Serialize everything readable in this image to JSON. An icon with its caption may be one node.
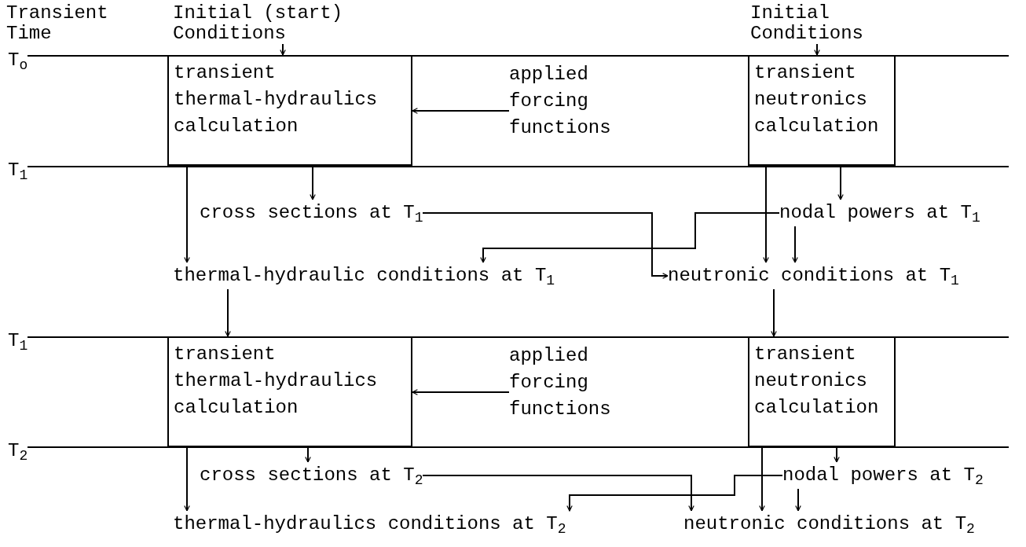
{
  "diagram": {
    "nodes": [
      {
        "text": [
          "Initial (start) Conditions"
        ]
      },
      {
        "text": [
          "Initial Conditions"
        ]
      },
      {
        "text": [
          "transient thermal-hydraulics calculation"
        ]
      },
      {
        "text": [
          "applied forcing functions"
        ]
      },
      {
        "text": [
          "transient neutronics calculation"
        ]
      },
      {
        "text": [
          "cross sections at T$_{1}$"
        ]
      },
      {
        "text": [
          "nodal powers at T$_{1}$"
        ]
      },
      {
        "text": [
          "thermal-hydraulic conditions at T$_{1}$"
        ]
      },
      {
        "text": [
          "neutronic conditions at T$_{1}$"
        ]
      },
      {
        "text": [
          "transient thermal-hydraulics calculation"
        ]
      },
      {
        "text": [
          "applied forcing functions"
        ]
      },
      {
        "text": [
          "transient neutronics calculation"
        ]
      },
      {
        "text": [
          "cross sections at T$_{2}$"
        ]
      },
      {
        "text": [
          "nodal powers at T$_{2}$"
        ]
      },
      {
        "text": [
          "thermal-hydraulics conditions at T$_{2}$"
        ]
      },
      {
        "text": [
          "neutronic conditions at T$_{2}$"
        ]
      }
    ],
    "edges": [
      {
        "from": 0,
        "to": 2,
        "arrow": "to"
      },
      {
        "from": 1,
        "to": 4,
        "arrow": "to"
      },
      {
        "from": 3,
        "to": 2,
        "arrow": "to"
      },
      {
        "from": 2,
        "to": 7,
        "arrow": "to"
      },
      {
        "from": 2,
        "to": 5,
        "arrow": "to"
      },
      {
        "from": 4,
        "to": 6,
        "arrow": "to"
      },
      {
        "from": 4,
        "to": 8,
        "arrow": "to"
      },
      {
        "from": 5,
        "to": 8,
        "arrow": "to"
      },
      {
        "from": 6,
        "to": 7,
        "arrow": "to"
      },
      {
        "from": 6,
        "to": 8,
        "arrow": "to"
      },
      {
        "from": 7,
        "to": 9,
        "arrow": "to"
      },
      {
        "from": 8,
        "to": 11,
        "arrow": "to"
      },
      {
        "from": 10,
        "to": 9,
        "arrow": "to"
      },
      {
        "from": 9,
        "to": 14,
        "arrow": "to"
      },
      {
        "from": 9,
        "to": 12,
        "arrow": "to"
      },
      {
        "from": 11,
        "to": 15,
        "arrow": "to"
      },
      {
        "from": 11,
        "to": 13,
        "arrow": "to"
      },
      {
        "from": 12,
        "to": 15,
        "arrow": "to"
      },
      {
        "from": 13,
        "to": 14,
        "arrow": "to"
      },
      {
        "from": 13,
        "to": 15,
        "arrow": "to"
      }
    ],
    "labels": [
      "Transient Time",
      "T$_{o}$",
      "T$_{1}$",
      "T$_{1}$",
      "T$_{2}$"
    ]
  }
}
